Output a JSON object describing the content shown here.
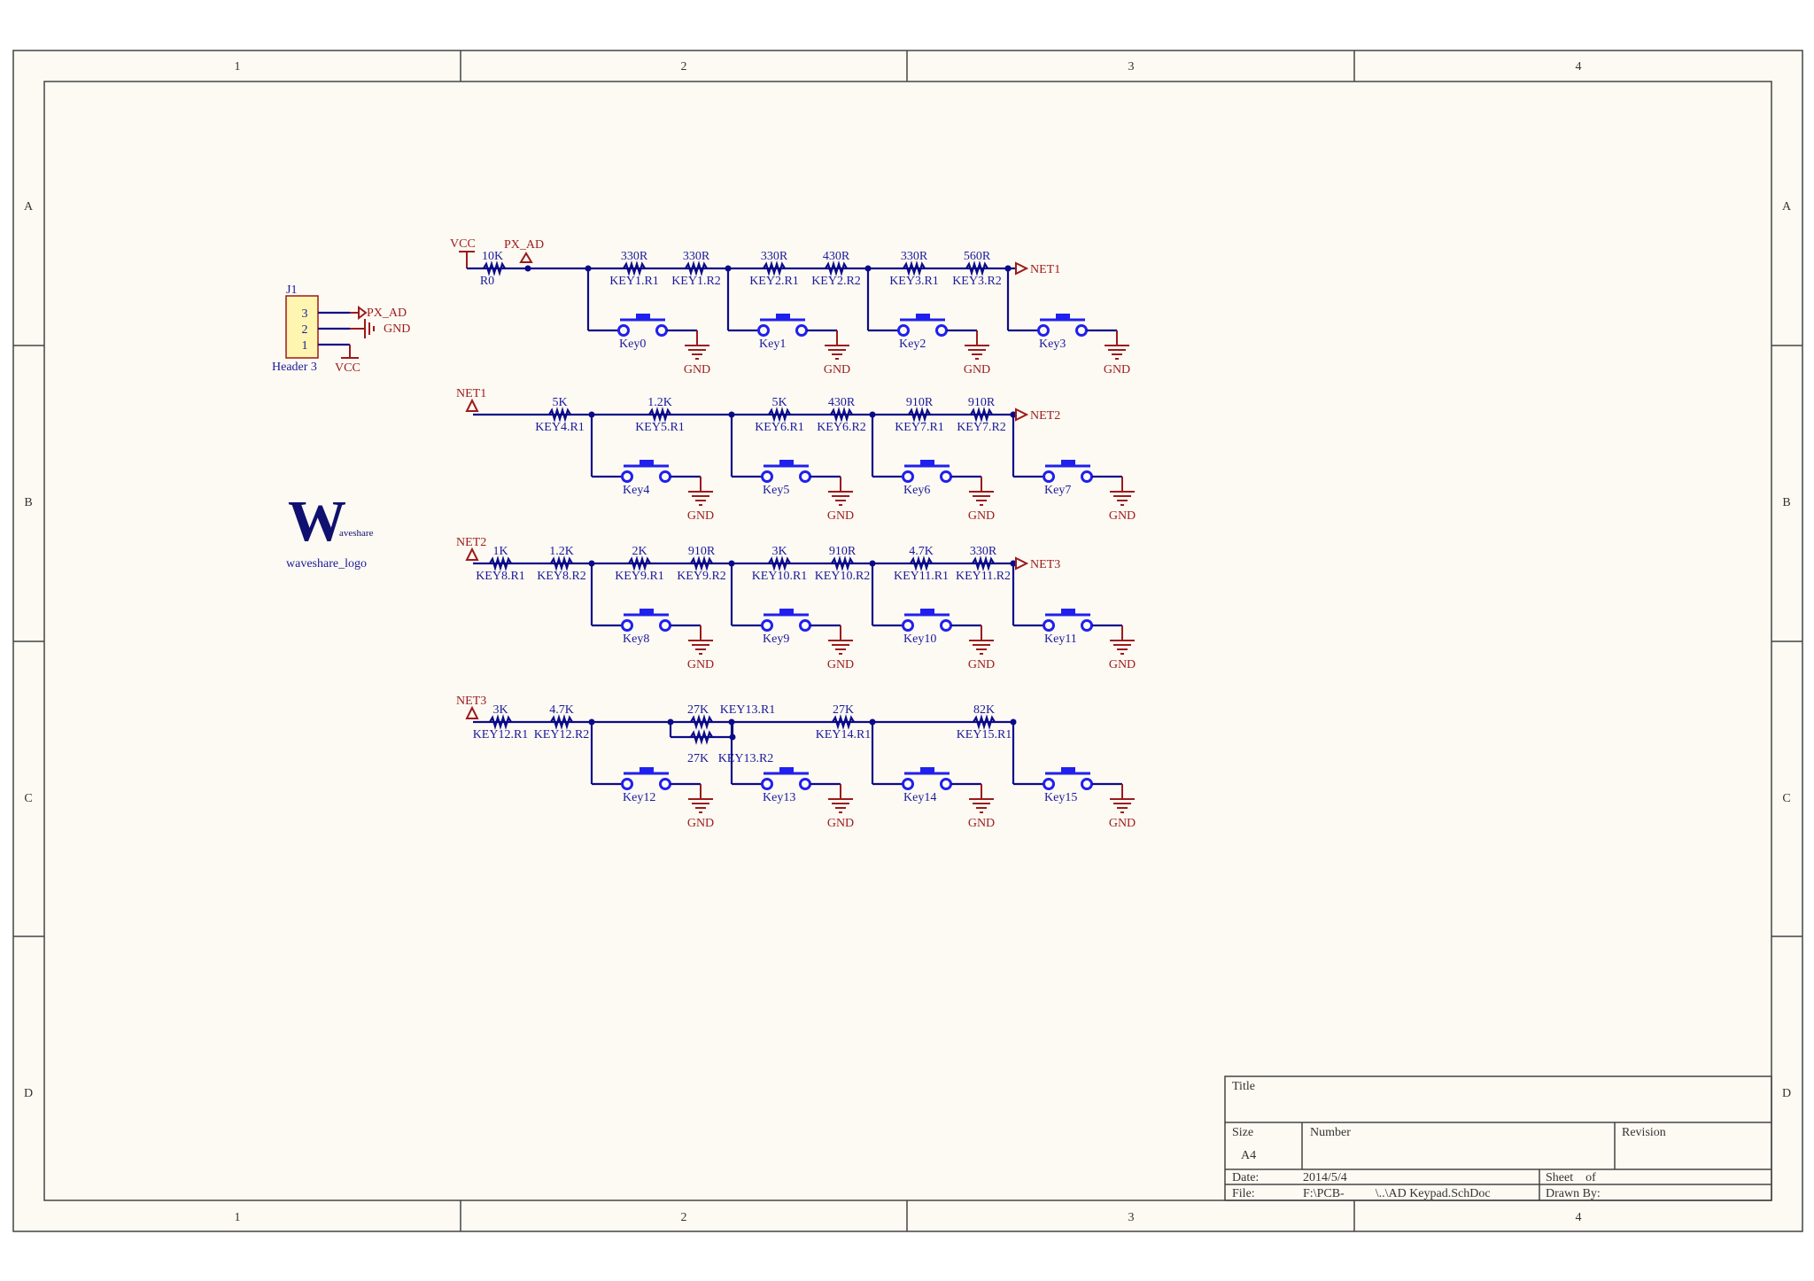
{
  "frame": {
    "columns": [
      "1",
      "2",
      "3",
      "4"
    ],
    "rows": [
      "A",
      "B",
      "C",
      "D"
    ]
  },
  "colors": {
    "paper": "#fdfaf3",
    "wire": "#0b0b8a",
    "key": "#2020ee",
    "power": "#9c1a1a",
    "header_fill": "#fdf5b0",
    "logo": "#101070"
  },
  "header": {
    "designator": "J1",
    "name": "Header 3",
    "pins": [
      "3",
      "2",
      "1"
    ],
    "nets": [
      "PX_AD",
      "GND",
      "VCC"
    ]
  },
  "logo": {
    "letter": "W",
    "text": "aveshare",
    "caption": "waveshare_logo"
  },
  "rows": [
    {
      "input": "VCC",
      "input_extra": {
        "label": "PX_AD"
      },
      "first": {
        "value": "10K",
        "designator": "R0"
      },
      "resistors": [
        {
          "value": "330R",
          "designator": "KEY1.R1"
        },
        {
          "value": "330R",
          "designator": "KEY1.R2"
        },
        {
          "value": "330R",
          "designator": "KEY2.R1"
        },
        {
          "value": "430R",
          "designator": "KEY2.R2"
        },
        {
          "value": "330R",
          "designator": "KEY3.R1"
        },
        {
          "value": "560R",
          "designator": "KEY3.R2"
        }
      ],
      "keys": [
        "Key0",
        "Key1",
        "Key2",
        "Key3"
      ],
      "ground": "GND",
      "output": "NET1"
    },
    {
      "input": "NET1",
      "resistors": [
        {
          "value": "5K",
          "designator": "KEY4.R1"
        },
        {
          "value": "1.2K",
          "designator": "KEY5.R1"
        },
        {
          "value": "5K",
          "designator": "KEY6.R1"
        },
        {
          "value": "430R",
          "designator": "KEY6.R2"
        },
        {
          "value": "910R",
          "designator": "KEY7.R1"
        },
        {
          "value": "910R",
          "designator": "KEY7.R2"
        }
      ],
      "keys": [
        "Key4",
        "Key5",
        "Key6",
        "Key7"
      ],
      "ground": "GND",
      "output": "NET2"
    },
    {
      "input": "NET2",
      "resistors": [
        {
          "value": "1K",
          "designator": "KEY8.R1"
        },
        {
          "value": "1.2K",
          "designator": "KEY8.R2"
        },
        {
          "value": "2K",
          "designator": "KEY9.R1"
        },
        {
          "value": "910R",
          "designator": "KEY9.R2"
        },
        {
          "value": "3K",
          "designator": "KEY10.R1"
        },
        {
          "value": "910R",
          "designator": "KEY10.R2"
        },
        {
          "value": "4.7K",
          "designator": "KEY11.R1"
        },
        {
          "value": "330R",
          "designator": "KEY11.R2"
        }
      ],
      "keys": [
        "Key8",
        "Key9",
        "Key10",
        "Key11"
      ],
      "ground": "GND",
      "output": "NET3"
    },
    {
      "input": "NET3",
      "resistors": [
        {
          "value": "3K",
          "designator": "KEY12.R1"
        },
        {
          "value": "4.7K",
          "designator": "KEY12.R2"
        },
        {
          "value": "27K",
          "designator": "KEY13.R1"
        },
        {
          "value": "27K",
          "designator": "KEY13.R2"
        },
        {
          "value": "27K",
          "designator": "KEY14.R1"
        },
        {
          "value": "82K",
          "designator": "KEY15.R1"
        }
      ],
      "keys": [
        "Key12",
        "Key13",
        "Key14",
        "Key15"
      ],
      "ground": "GND"
    }
  ],
  "title_block": {
    "title_label": "Title",
    "size_label": "Size",
    "size_value": "A4",
    "number_label": "Number",
    "revision_label": "Revision",
    "date_label": "Date:",
    "date_value": "2014/5/4",
    "file_label": "File:",
    "file_value": "F:\\PCB-          \\..\\AD Keypad.SchDoc",
    "sheet_label": "Sheet    of",
    "drawn_label": "Drawn By:"
  }
}
